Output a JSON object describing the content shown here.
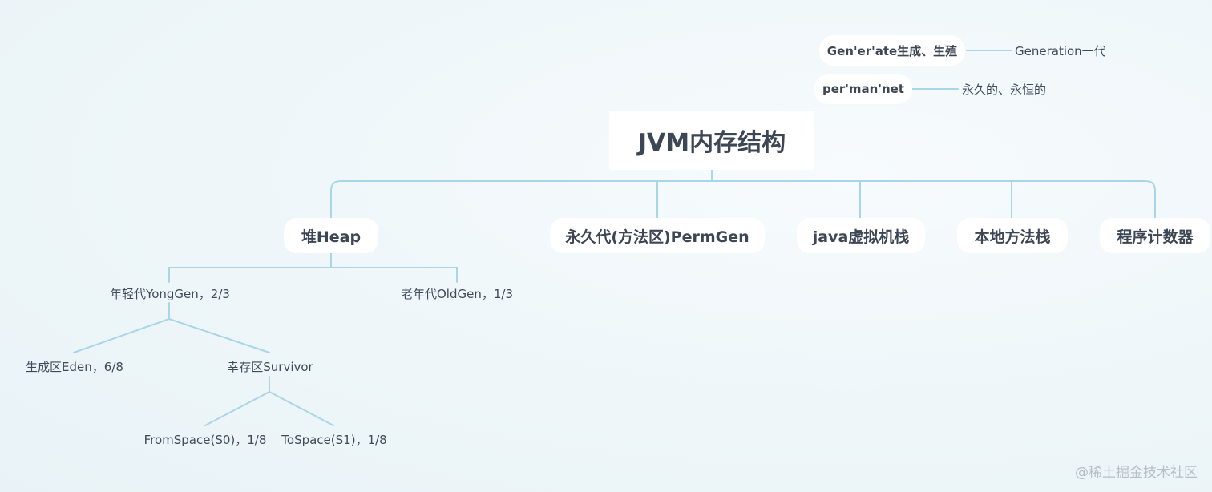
{
  "diagram": {
    "root": {
      "label": "JVM内存结构"
    },
    "floating_topics": [
      {
        "label": "Gen'er'ate生成、生殖",
        "note": "Generation一代"
      },
      {
        "label": "per'man'net",
        "note": "永久的、永恒的"
      }
    ],
    "branches": [
      {
        "label": "堆Heap"
      },
      {
        "label": "永久代(方法区)PermGen"
      },
      {
        "label": "java虚拟机栈"
      },
      {
        "label": "本地方法栈"
      },
      {
        "label": "程序计数器"
      }
    ],
    "heap": {
      "young": {
        "label": "年轻代YongGen，2/3"
      },
      "old": {
        "label": "老年代OldGen，1/3"
      },
      "eden": {
        "label": "生成区Eden，6/8"
      },
      "survivor": {
        "label": "幸存区Survivor"
      },
      "s0": {
        "label": "FromSpace(S0)，1/8"
      },
      "s1": {
        "label": "ToSpace(S1)，1/8"
      }
    }
  },
  "watermark": "@稀土掘金技术社区",
  "colors": {
    "background": "#eef6f9",
    "connector": "#a9d6e6",
    "node_fill": "#ffffff",
    "text": "#3d4654"
  }
}
